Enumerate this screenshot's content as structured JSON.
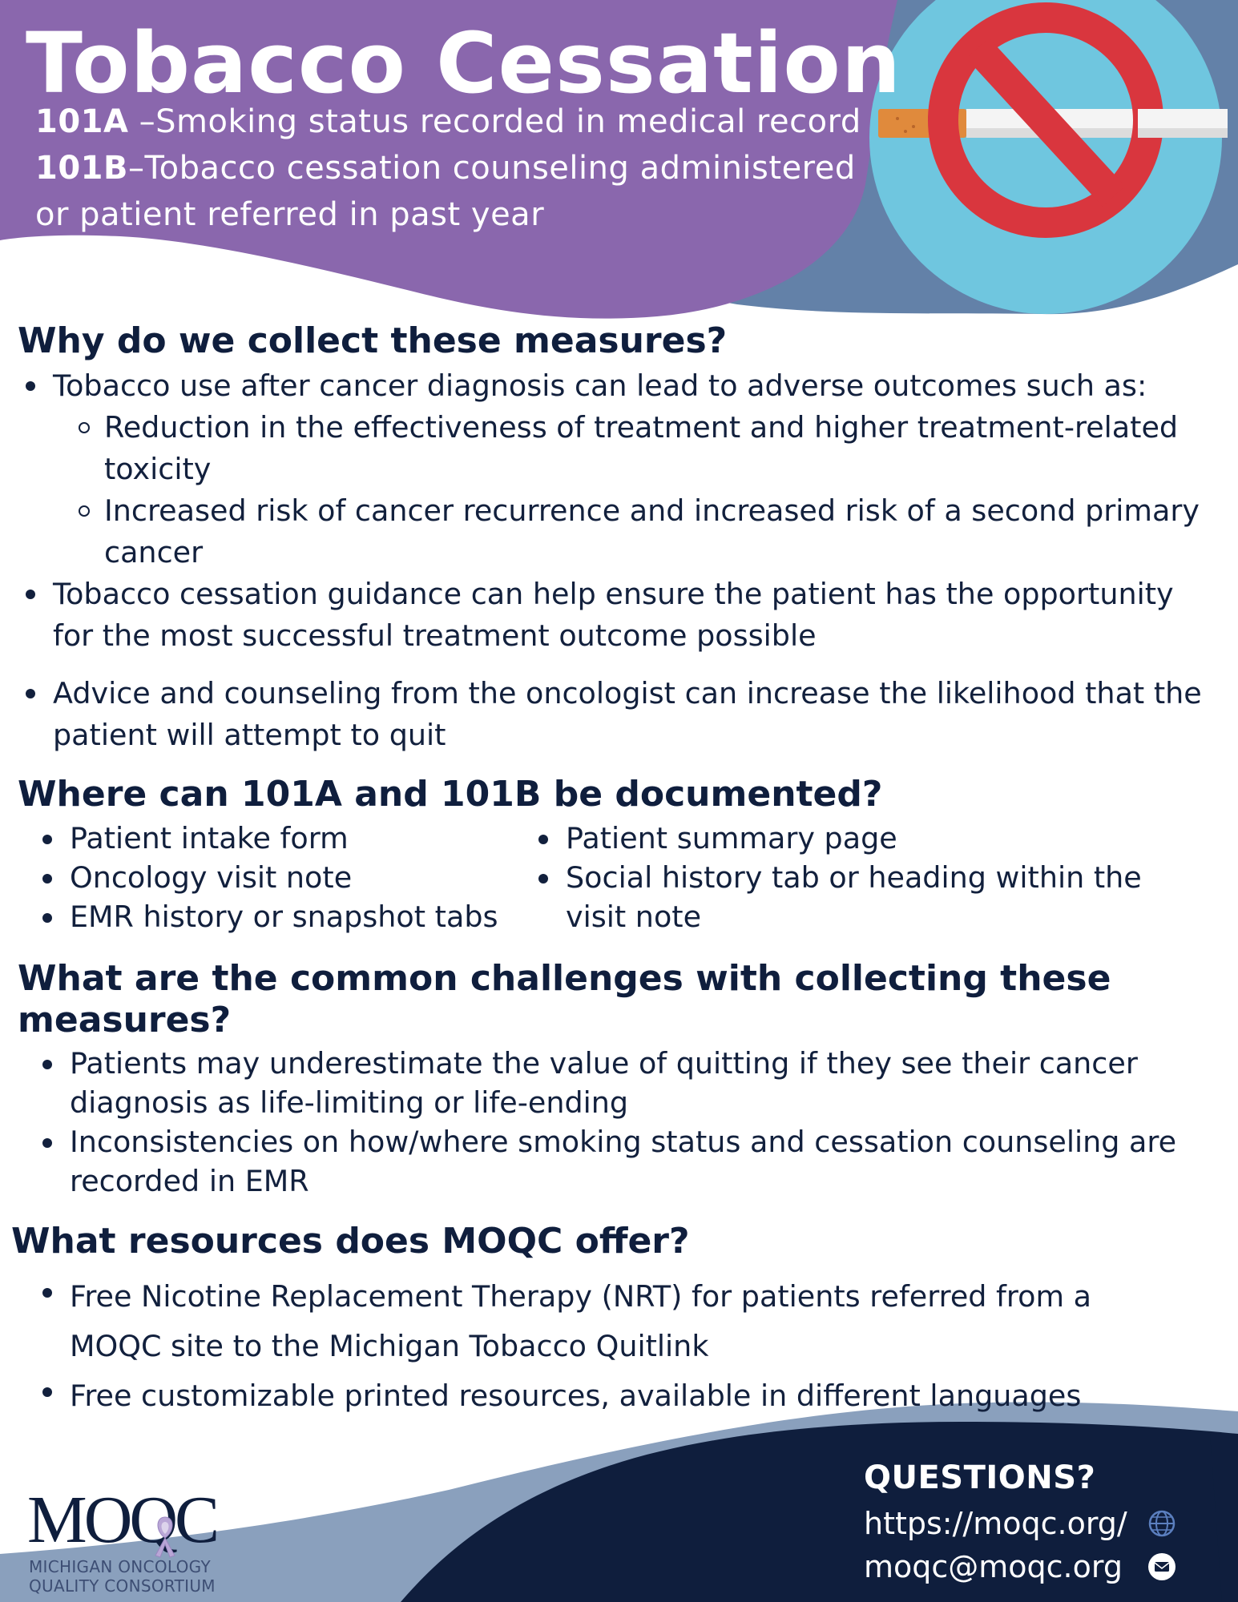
{
  "colors": {
    "header_purple": "#8a67ad",
    "light_blue": "#6fc6df",
    "slate_blue": "#6381a8",
    "navy": "#0f1e3d",
    "ribbon_lavender": "#b9a6d6",
    "prohibition_red": "#d9363e"
  },
  "header": {
    "title": "Tobacco Cessation",
    "lines": [
      {
        "code": "101A",
        "text": " –Smoking status recorded in medical record"
      },
      {
        "code": "101B",
        "text": "–Tobacco cessation counseling administered"
      },
      {
        "code": "",
        "text": "or patient referred in past year"
      }
    ],
    "icon": "no-smoking-icon"
  },
  "why": {
    "heading": "Why do we collect these measures?",
    "item1": "Tobacco use after cancer diagnosis can lead to adverse outcomes such as:",
    "subitems": [
      "Reduction in the effectiveness of treatment and higher treatment-related toxicity",
      "Increased risk of cancer recurrence and increased risk of a second primary cancer"
    ],
    "item2": "Tobacco cessation guidance can help ensure the patient has the opportunity for the most successful treatment outcome possible",
    "item3": "Advice and counseling from the oncologist can increase the likelihood that the patient will attempt to quit"
  },
  "where": {
    "heading": "Where can 101A and 101B be documented?",
    "left": [
      "Patient intake form",
      "Oncology visit note",
      "EMR history or snapshot tabs"
    ],
    "right": [
      "Patient summary page",
      "Social history tab or heading within the visit note"
    ]
  },
  "challenges": {
    "heading": "What are the common challenges with collecting these measures?",
    "items": [
      "Patients may underestimate the value of quitting if they see their cancer diagnosis as life-limiting or life-ending",
      "Inconsistencies on how/where smoking status and cessation counseling are recorded in EMR"
    ]
  },
  "resources": {
    "heading": "What resources does MOQC offer?",
    "items": [
      "Free Nicotine Replacement Therapy (NRT) for patients referred from a MOQC site to the Michigan Tobacco Quitlink",
      "Free customizable printed resources, available in different languages"
    ]
  },
  "footer": {
    "questions": "QUESTIONS?",
    "website": "https://moqc.org/",
    "email": "moqc@moqc.org",
    "website_icon": "globe-icon",
    "email_icon": "envelope-icon",
    "logo_text": "MOQC",
    "logo_line1": "MICHIGAN ONCOLOGY",
    "logo_line2": "QUALITY CONSORTIUM"
  }
}
